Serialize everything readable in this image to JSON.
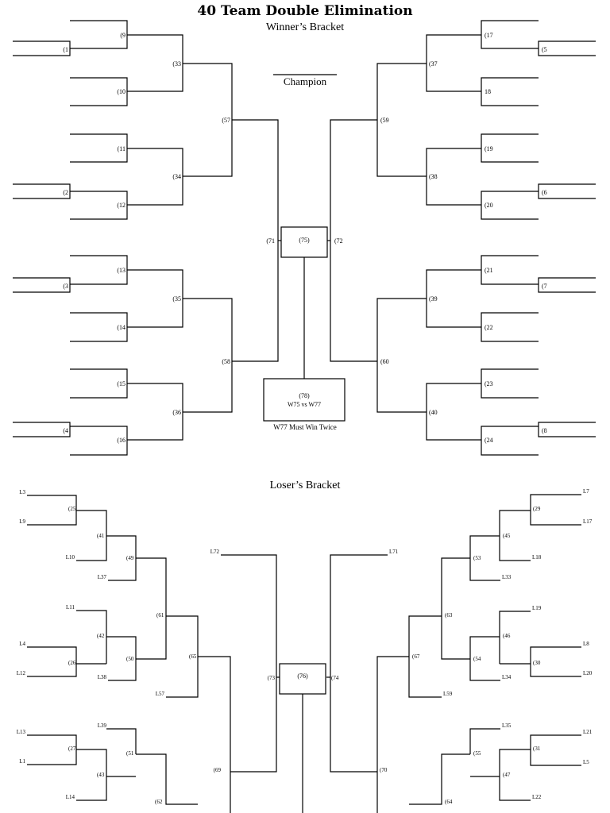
{
  "title": "40 Team Double Elimination",
  "winners_bracket": {
    "label": "Winner’s Bracket",
    "champion_label": "Champion",
    "final_box": "(75)",
    "grand_final": {
      "game": "(78)",
      "matchup": "W75 vs W77"
    },
    "note": "W77 Must Win Twice",
    "left_games": [
      {
        "id": "(1"
      },
      {
        "id": "(2"
      },
      {
        "id": "(3"
      },
      {
        "id": "(4"
      },
      {
        "id": "(9"
      },
      {
        "id": "(10"
      },
      {
        "id": "(11"
      },
      {
        "id": "(12"
      },
      {
        "id": "(13"
      },
      {
        "id": "(14"
      },
      {
        "id": "(15"
      },
      {
        "id": "(16"
      },
      {
        "id": "(33"
      },
      {
        "id": "(34"
      },
      {
        "id": "(35"
      },
      {
        "id": "(36"
      },
      {
        "id": "(57"
      },
      {
        "id": "(58"
      },
      {
        "id": "(71"
      }
    ],
    "right_games": [
      {
        "id": "(5"
      },
      {
        "id": "(6"
      },
      {
        "id": "(7"
      },
      {
        "id": "(8"
      },
      {
        "id": "(17"
      },
      {
        "id": "18"
      },
      {
        "id": "(19"
      },
      {
        "id": "(20"
      },
      {
        "id": "(21"
      },
      {
        "id": "(22"
      },
      {
        "id": "(23"
      },
      {
        "id": "(24"
      },
      {
        "id": "(37"
      },
      {
        "id": "(38"
      },
      {
        "id": "(39"
      },
      {
        "id": "(40"
      },
      {
        "id": "(59"
      },
      {
        "id": "(60"
      },
      {
        "id": "(72"
      }
    ]
  },
  "losers_bracket": {
    "label": "Loser’s Bracket",
    "final_box": "(76)",
    "left_entries": [
      "L3",
      "L9",
      "L10",
      "L37",
      "L11",
      "L4",
      "L12",
      "L38",
      "L57",
      "L13",
      "L1",
      "L39",
      "L14",
      "L72"
    ],
    "left_games": [
      "(25",
      "(41",
      "(49",
      "(42",
      "(26",
      "(50",
      "(61",
      "(65",
      "(27",
      "(51",
      "(43",
      "(62",
      "(69",
      "(73"
    ],
    "right_entries": [
      "L7",
      "L17",
      "L18",
      "L33",
      "L19",
      "L8",
      "L20",
      "L34",
      "L59",
      "L35",
      "L21",
      "L5",
      "L22",
      "L71"
    ],
    "right_games": [
      "(29",
      "(45",
      "(53",
      "(46",
      "(30",
      "(54",
      "(63",
      "(67",
      "(31",
      "(55",
      "(47",
      "(64",
      "(70",
      "(74"
    ]
  }
}
